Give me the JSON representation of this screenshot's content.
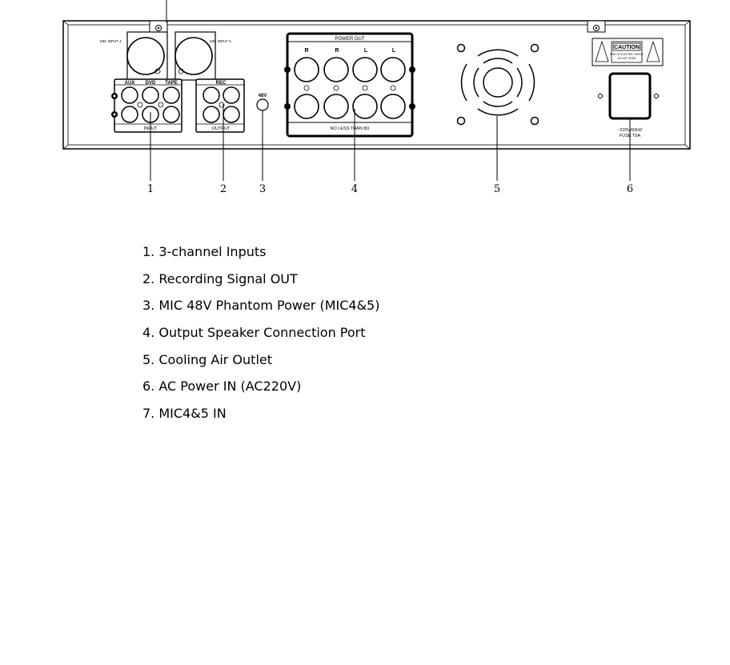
{
  "panel": {
    "mic_input_4": "MIC INPUT 4",
    "mic_input_5": "MIC INPUT 5",
    "input_headers": [
      "AUX",
      "DVD",
      "TAPE"
    ],
    "input_label": "INPUT",
    "rec_label": "REC",
    "output_label": "OUTPUT",
    "phantom_label": "48V",
    "power_out_title": "POWER OUT",
    "speaker_channels": [
      "R",
      "R",
      "L",
      "L"
    ],
    "speaker_impedance": "NO LESS THAN 8Ω",
    "caution_title": "CAUTION",
    "caution_line1": "RISK OF ELECTRIC SHOCK",
    "caution_line2": "DO NOT OPEN",
    "ac_rating": "~220V/50HZ",
    "fuse_rating": "FUSE T5A"
  },
  "callouts": [
    "1",
    "2",
    "3",
    "4",
    "5",
    "6"
  ],
  "legend": [
    "1. 3-channel Inputs",
    "2. Recording Signal OUT",
    "3. MIC 48V Phantom Power (MIC4&5)",
    "4. Output Speaker Connection Port",
    "5. Cooling Air Outlet",
    "6. AC Power IN (AC220V)",
    "7. MIC4&5 IN"
  ]
}
